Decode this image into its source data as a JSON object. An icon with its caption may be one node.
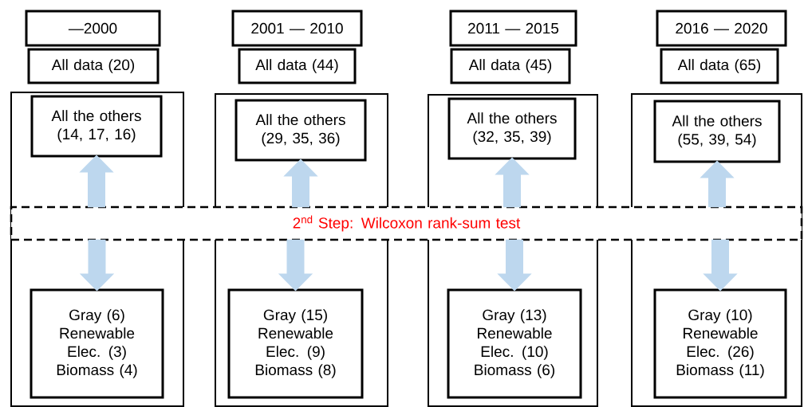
{
  "diagram": {
    "nodes": [
      {
        "text": [
          "—2000"
        ]
      },
      {
        "text": [
          "All data (20)"
        ]
      },
      {
        "text": [],
        "shape": "box"
      },
      {
        "text": [
          "All the others (14, 17, 16)"
        ],
        "in": 2
      },
      {
        "text": [
          "Gray (6)",
          "Renewable Elec. (3)",
          "Biomass (4)"
        ],
        "in": 2
      },
      {
        "text": [
          "2001 — 2010"
        ]
      },
      {
        "text": [
          "All data (44)"
        ]
      },
      {
        "text": [],
        "shape": "box"
      },
      {
        "text": [
          "All the others (29, 35, 36)"
        ],
        "in": 7
      },
      {
        "text": [
          "Gray (15)",
          "Renewable Elec. (9)",
          "Biomass (8)"
        ],
        "in": 7
      },
      {
        "text": [
          "2011 — 2015"
        ]
      },
      {
        "text": [
          "All data (45)"
        ]
      },
      {
        "text": [],
        "shape": "box"
      },
      {
        "text": [
          "All the others (32, 35, 39)"
        ],
        "in": 12
      },
      {
        "text": [
          "Gray (13)",
          "Renewable Elec. (10)",
          "Biomass (6)"
        ],
        "in": 12
      },
      {
        "text": [
          "2016 — 2020"
        ]
      },
      {
        "text": [
          "All data (65)"
        ]
      },
      {
        "text": [],
        "shape": "box"
      },
      {
        "text": [
          "All the others (55, 39, 54)"
        ],
        "in": 17
      },
      {
        "text": [
          "Gray (10)",
          "Renewable Elec. (26)",
          "Biomass (11)"
        ],
        "in": 17
      },
      {
        "text": [
          "2$^{nd}$ Step: Wilcoxon rank-sum test"
        ]
      }
    ],
    "edges": [
      {
        "from": 20,
        "to": 3,
        "arrow": "to"
      },
      {
        "from": 20,
        "to": 4,
        "arrow": "to"
      },
      {
        "from": 20,
        "to": 8,
        "arrow": "to"
      },
      {
        "from": 20,
        "to": 9,
        "arrow": "to"
      },
      {
        "from": 20,
        "to": 13,
        "arrow": "to"
      },
      {
        "from": 20,
        "to": 14,
        "arrow": "to"
      },
      {
        "from": 20,
        "to": 18,
        "arrow": "to"
      },
      {
        "from": 20,
        "to": 19,
        "arrow": "to"
      }
    ]
  }
}
